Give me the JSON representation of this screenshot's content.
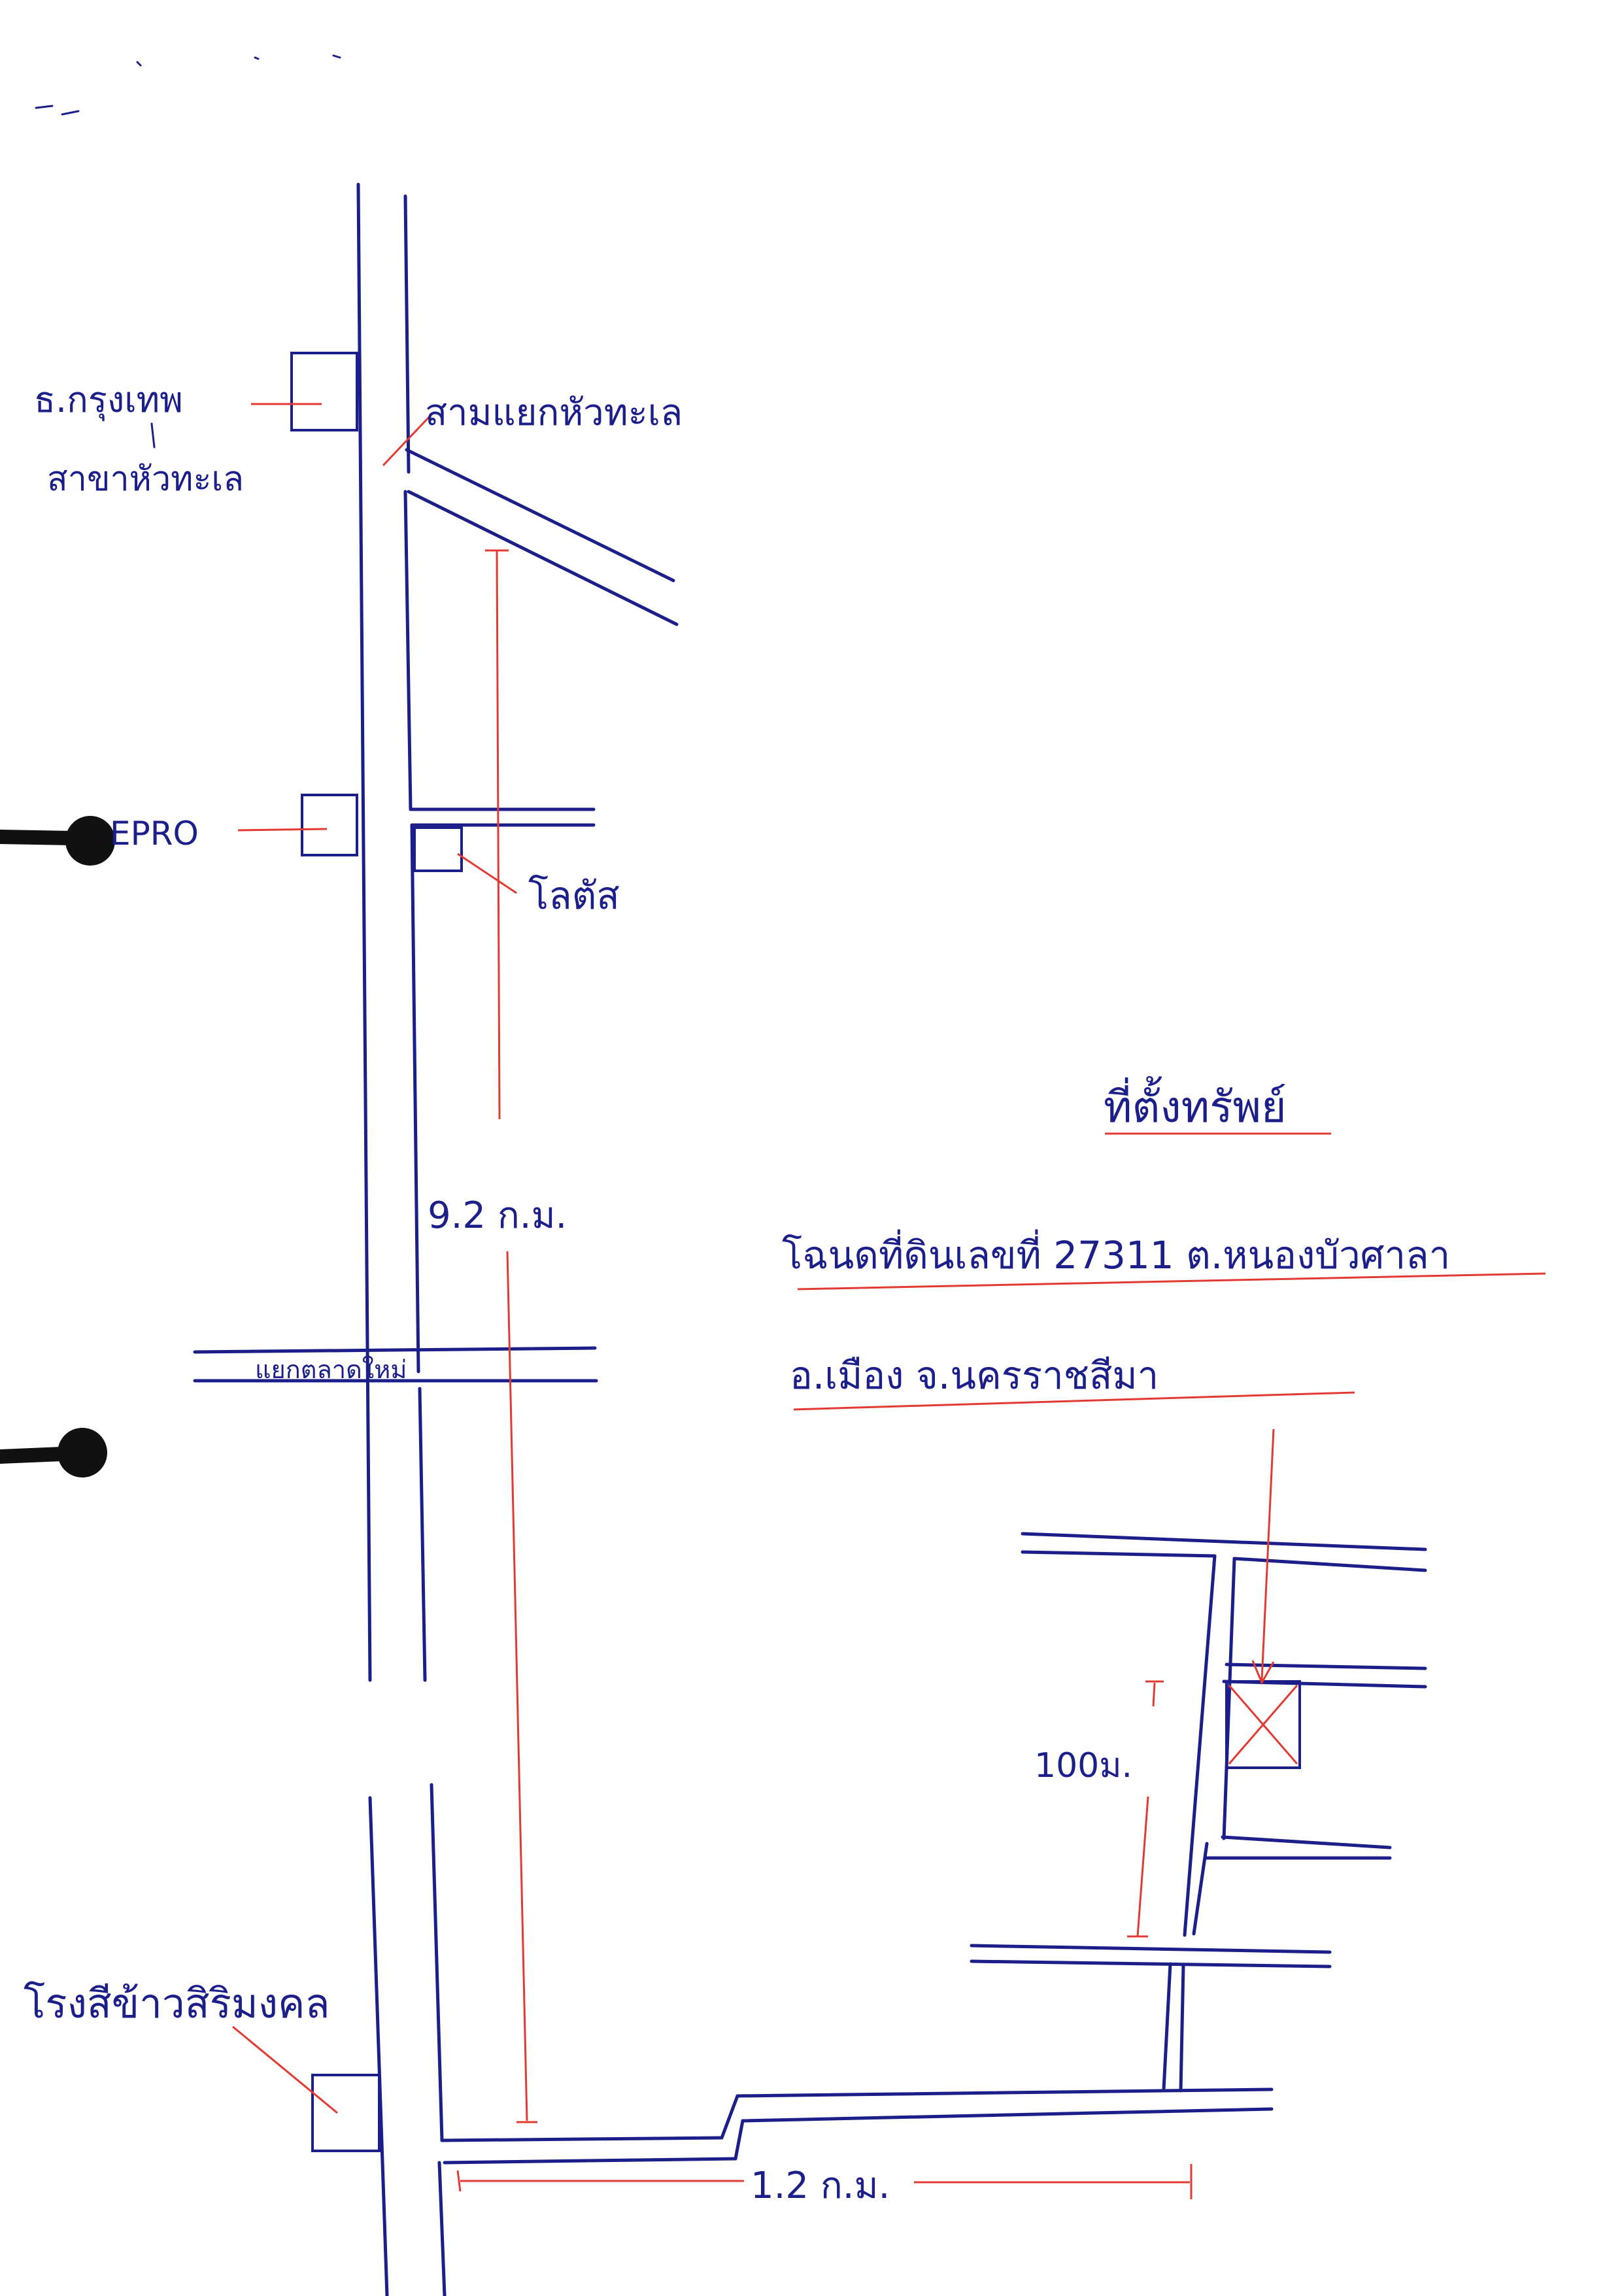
{
  "labels": {
    "bank_line1": "ธ.กรุงเทพ",
    "bank_line2": "สาขาหัวทะเล",
    "junction_huathale": "สามแยกหัวทะเล",
    "shop_epro": "EPRO",
    "lotus": "โลตัส",
    "distance_main": "9.2 ก.ม.",
    "junction_new_market": "แยกตลาดใหม่",
    "rice_mill": "โรงสีข้าวสิริมงคล",
    "distance_bottom": "1.2 ก.ม.",
    "distance_100m": "100ม.",
    "property_heading": "ที่ตั้งทรัพย์",
    "deed_line1": "โฉนดที่ดินเลขที่ 27311 ต.หนองบัวศาลา",
    "deed_line2": "อ.เมือง จ.นครราชสีมา"
  },
  "colors": {
    "ink_blue": "#1c1f8a",
    "ink_red": "#e03a32",
    "punch_hole": "#111111"
  }
}
